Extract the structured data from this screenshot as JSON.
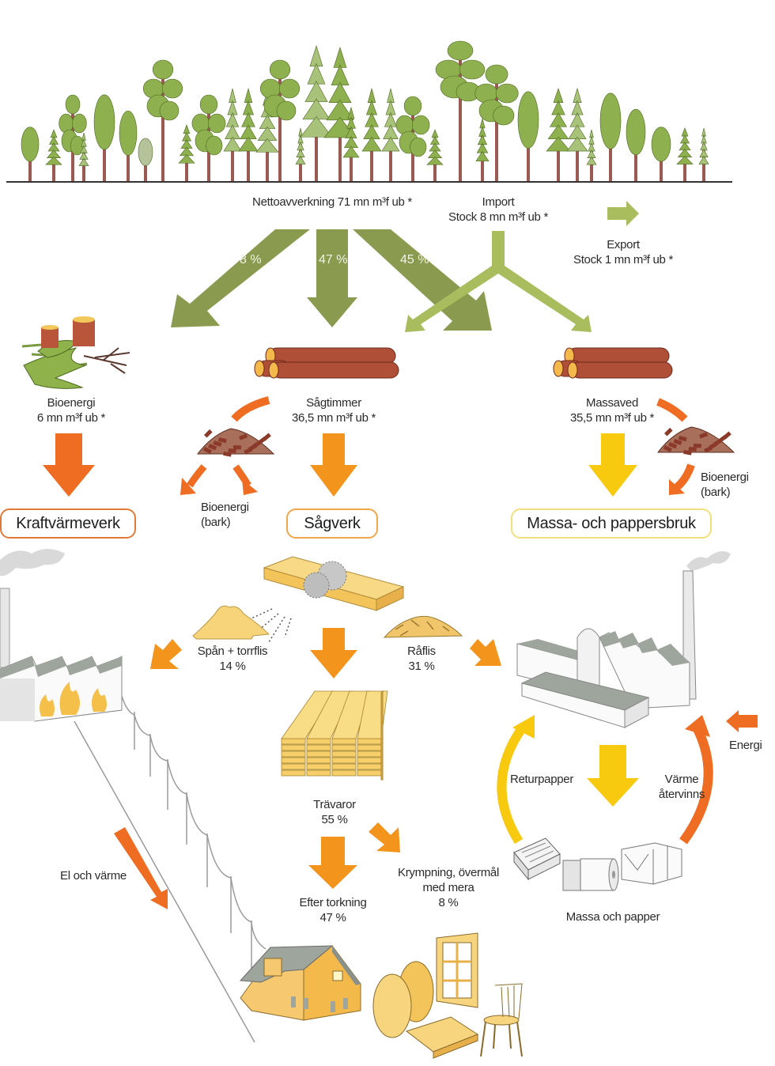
{
  "title": "Skogsråvarans flöde i Sverige",
  "colors": {
    "forest_arrow": "#8a9a4e",
    "import_arrow": "#a9bc5e",
    "bark_arrow": "#ef6c23",
    "saw_arrow": "#f3941d",
    "pulp_arrow": "#f7c90f",
    "log": "#a94a35",
    "box_orange": "#e07a3a",
    "box_yellow_orange": "#f0a64a",
    "box_yellow": "#f1e07a"
  },
  "harvest": {
    "label": "Nettoavverkning 71 mn m³f ub *",
    "splits": [
      {
        "name": "bioenergi",
        "pct": "8 %"
      },
      {
        "name": "sagtimmer",
        "pct": "47 %"
      },
      {
        "name": "massaved",
        "pct": "45 %"
      }
    ]
  },
  "import": {
    "line1": "Import",
    "line2": "Stock 8 mn m³f ub *"
  },
  "export": {
    "line1": "Export",
    "line2": "Stock 1 mn m³f ub *"
  },
  "bioenergi_stock": {
    "line1": "Bioenergi",
    "line2": "6 mn m³f ub *"
  },
  "sagtimmer": {
    "line1": "Sågtimmer",
    "line2": "36,5 mn m³f ub *"
  },
  "massaved": {
    "line1": "Massaved",
    "line2": "35,5 mn m³f ub *"
  },
  "bark_left": {
    "line1": "Bioenergi",
    "line2": "(bark)"
  },
  "bark_right": {
    "line1": "Bioenergi",
    "line2": "(bark)"
  },
  "facilities": {
    "kraftvarmeverk": "Kraftvärmeverk",
    "sagverk": "Sågverk",
    "massabruk": "Massa- och pappersbruk"
  },
  "sawmill_outputs": {
    "span": {
      "line1": "Spån + torrflis",
      "line2": "14 %"
    },
    "raflis": {
      "line1": "Råflis",
      "line2": "31 %"
    },
    "travaror": {
      "line1": "Trävaror",
      "line2": "55 %"
    },
    "torkning": {
      "line1": "Efter torkning",
      "line2": "47 %"
    },
    "krympning": {
      "line1": "Krympning, övermål",
      "line2": "med mera",
      "line3": "8 %"
    }
  },
  "paper_cycle": {
    "returpapper": "Returpapper",
    "varme": {
      "line1": "Värme",
      "line2": "återvinns"
    },
    "energi": "Energi",
    "products": "Massa och papper"
  },
  "el_och_varme": "El och värme"
}
